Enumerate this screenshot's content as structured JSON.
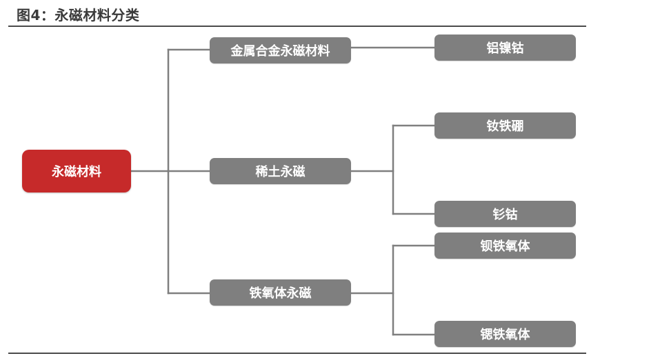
{
  "figure": {
    "title": "图4：永磁材料分类"
  },
  "diagram": {
    "root": "永磁材料",
    "categories": [
      {
        "label": "金属合金永磁材料",
        "children": [
          "铝镍钴"
        ]
      },
      {
        "label": "稀土永磁",
        "children": [
          "钕铁硼",
          "钐钴"
        ]
      },
      {
        "label": "铁氧体永磁",
        "children": [
          "钡铁氧体",
          "锶铁氧体"
        ]
      }
    ]
  },
  "colors": {
    "root_fill": "#c62a2a",
    "node_fill": "#7f7f7f",
    "connector": "#7f7f7f",
    "rule": "#4a4a4a"
  }
}
